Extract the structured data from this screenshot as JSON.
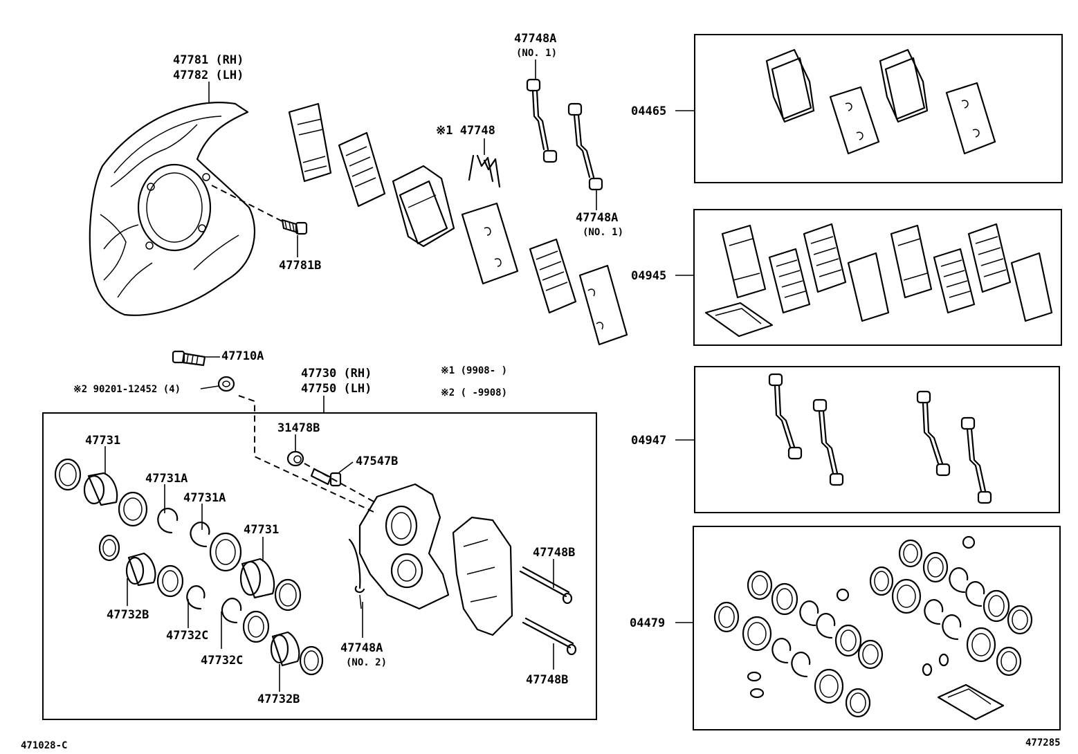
{
  "labels": {
    "dust_cover_rh": "47781 (RH)",
    "dust_cover_lh": "47782 (LH)",
    "dust_cover_bolt": "47781B",
    "clip_a_top": "47748A",
    "clip_a_top_sub": "(NO. 1)",
    "clip_a_right": "47748A",
    "clip_a_right_sub": "(NO. 1)",
    "note1_part": "※1 47748",
    "caliper_bolt": "47710A",
    "washer": "※2 90201-12452 (4)",
    "caliper_rh": "47730 (RH)",
    "caliper_lh": "47750 (LH)",
    "note1_range": "※1 (9908-     )",
    "note2_range": "※2 (     -9908)",
    "bleeder_cap": "31478B",
    "bleeder_plug": "47547B",
    "piston_top": "47731",
    "ring_a1": "47731A",
    "ring_a2": "47731A",
    "piston_mid": "47731",
    "boot_b_left": "47732B",
    "ring_c1": "47732C",
    "ring_c2": "47732C",
    "boot_b_bottom": "47732B",
    "clip_a_no2": "47748A",
    "clip_a_no2_sub": "(NO. 2)",
    "pin_b_top": "47748B",
    "pin_b_bottom": "47748B",
    "kit_pads": "04465",
    "kit_shims": "04945",
    "kit_clips": "04947",
    "kit_seals": "04479",
    "fig_code_left": "471028-C",
    "fig_code_right": "477285"
  }
}
